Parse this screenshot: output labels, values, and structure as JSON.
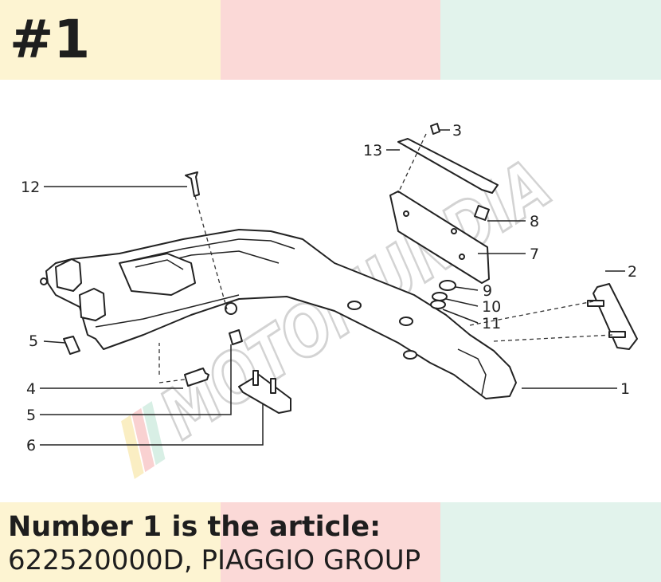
{
  "header": {
    "page_number": "#1"
  },
  "colors": {
    "band_yellow": "#fdf4d2",
    "band_pink": "#fbd9d7",
    "band_mint": "#e2f3ec",
    "watermark": "#d7d7d7",
    "text": "#1e1e1e"
  },
  "watermark": {
    "text": "MOTOMUNDIA"
  },
  "callouts": [
    "1",
    "2",
    "3",
    "4",
    "5",
    "5",
    "6",
    "7",
    "8",
    "9",
    "10",
    "11",
    "12",
    "13"
  ],
  "caption": {
    "line1": "Number 1 is the article:",
    "line2": "622520000D, PIAGGIO GROUP"
  }
}
